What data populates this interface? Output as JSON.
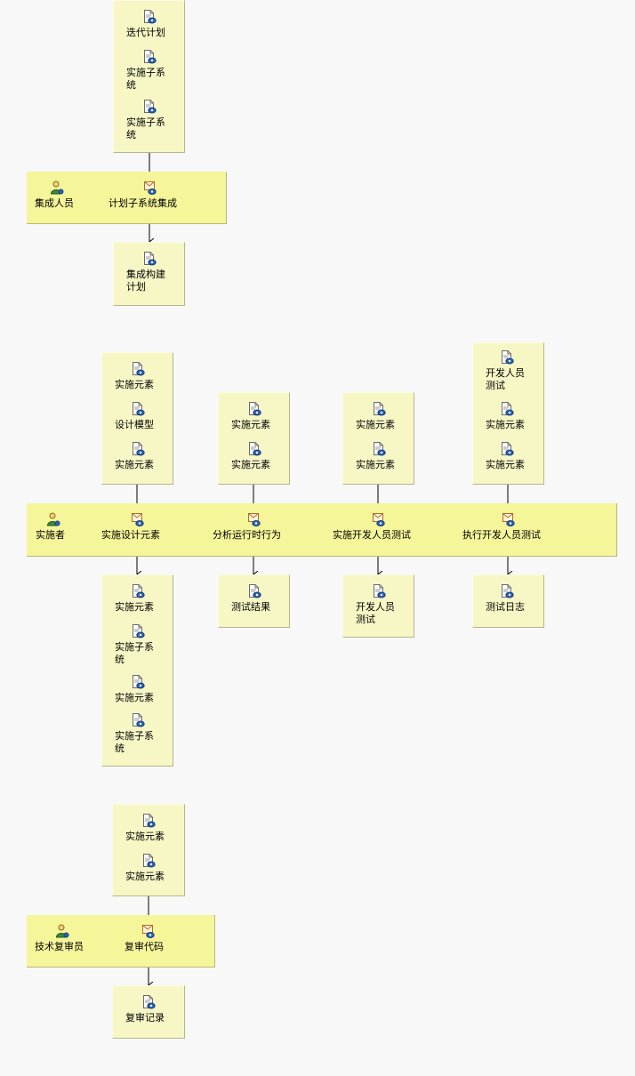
{
  "colors": {
    "artifact_box": "#f7f7c6",
    "swimlane": "#f5f59a",
    "background": "#f8f8f8",
    "connector": "#000000"
  },
  "sections": [
    {
      "inputs": [
        "迭代计划",
        "实施子系统",
        "实施子系统"
      ],
      "role": "集成人员",
      "tasks": [
        "计划子系统集成"
      ],
      "outputs": [
        "集成构建计划"
      ]
    },
    {
      "role": "实施者",
      "tasks": [
        "实施设计元素",
        "分析运行时行为",
        "实施开发人员测试",
        "执行开发人员测试"
      ],
      "task_inputs": [
        [
          "实施元素",
          "设计模型",
          "实施元素"
        ],
        [
          "实施元素",
          "实施元素"
        ],
        [
          "实施元素",
          "实施元素"
        ],
        [
          "开发人员测试",
          "实施元素",
          "实施元素"
        ]
      ],
      "task_outputs": [
        [
          "实施元素",
          "实施子系统",
          "实施元素",
          "实施子系统"
        ],
        [
          "测试结果"
        ],
        [
          "开发人员测试"
        ],
        [
          "测试日志"
        ]
      ]
    },
    {
      "inputs": [
        "实施元素",
        "实施元素"
      ],
      "role": "技术复审员",
      "tasks": [
        "复审代码"
      ],
      "outputs": [
        "复审记录"
      ]
    }
  ],
  "icons": {
    "artifact": "artifact-doc-icon",
    "role": "role-person-icon",
    "task": "task-icon"
  }
}
